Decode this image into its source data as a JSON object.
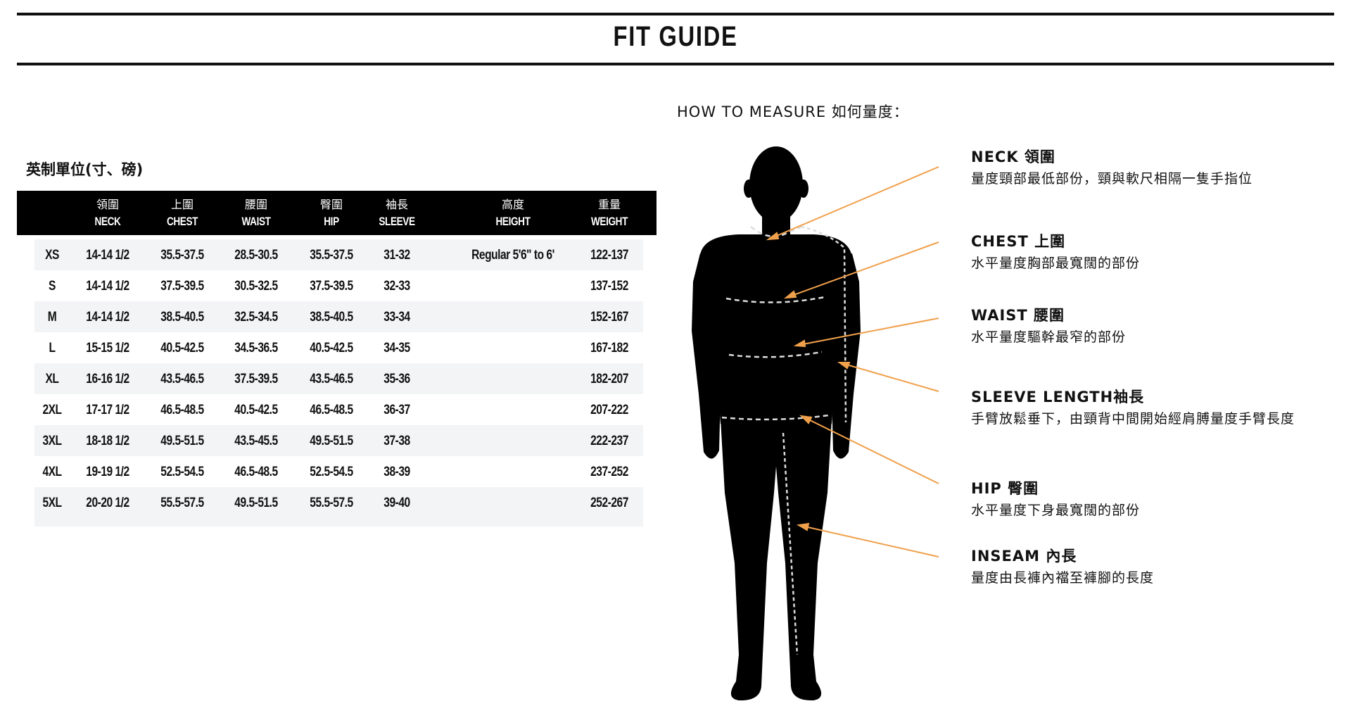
{
  "title": "FIT GUIDE",
  "how_to_measure": "HOW TO MEASURE 如何量度：",
  "unit_label": "英制單位(寸、磅)",
  "table": {
    "headers": [
      {
        "zh": "",
        "en": ""
      },
      {
        "zh": "領圍",
        "en": "NECK"
      },
      {
        "zh": "上圍",
        "en": "CHEST"
      },
      {
        "zh": "腰圍",
        "en": "WAIST"
      },
      {
        "zh": "臀圍",
        "en": "HIP"
      },
      {
        "zh": "袖長",
        "en": "SLEEVE"
      },
      {
        "zh": "高度",
        "en": "HEIGHT"
      },
      {
        "zh": "重量",
        "en": "WEIGHT"
      }
    ],
    "rows": [
      [
        "XS",
        "14-14 1/2",
        "35.5-37.5",
        "28.5-30.5",
        "35.5-37.5",
        "31-32",
        "Regular 5'6\" to 6'",
        "122-137"
      ],
      [
        "S",
        "14-14 1/2",
        "37.5-39.5",
        "30.5-32.5",
        "37.5-39.5",
        "32-33",
        "",
        "137-152"
      ],
      [
        "M",
        "14-14 1/2",
        "38.5-40.5",
        "32.5-34.5",
        "38.5-40.5",
        "33-34",
        "",
        "152-167"
      ],
      [
        "L",
        "15-15 1/2",
        "40.5-42.5",
        "34.5-36.5",
        "40.5-42.5",
        "34-35",
        "",
        "167-182"
      ],
      [
        "XL",
        "16-16 1/2",
        "43.5-46.5",
        "37.5-39.5",
        "43.5-46.5",
        "35-36",
        "",
        "182-207"
      ],
      [
        "2XL",
        "17-17 1/2",
        "46.5-48.5",
        "40.5-42.5",
        "46.5-48.5",
        "36-37",
        "",
        "207-222"
      ],
      [
        "3XL",
        "18-18 1/2",
        "49.5-51.5",
        "43.5-45.5",
        "49.5-51.5",
        "37-38",
        "",
        "222-237"
      ],
      [
        "4XL",
        "19-19 1/2",
        "52.5-54.5",
        "46.5-48.5",
        "52.5-54.5",
        "38-39",
        "",
        "237-252"
      ],
      [
        "5XL",
        "20-20 1/2",
        "55.5-57.5",
        "49.5-51.5",
        "55.5-57.5",
        "39-40",
        "",
        "252-267"
      ]
    ]
  },
  "measures": [
    {
      "title": "NECK 領圍",
      "desc": "量度頸部最低部份，頸與軟尺相隔一隻手指位"
    },
    {
      "title": "CHEST 上圍",
      "desc": "水平量度胸部最寬闊的部份"
    },
    {
      "title": "WAIST 腰圍",
      "desc": "水平量度驅幹最窄的部份"
    },
    {
      "title": "SLEEVE LENGTH袖長",
      "desc": "手臂放鬆垂下，由頸背中間開始經肩膊量度手臂長度"
    },
    {
      "title": "HIP 臀圍",
      "desc": "水平量度下身最寬闊的部份"
    },
    {
      "title": "INSEAM 內長",
      "desc": "量度由長褲內襠至褲腳的長度"
    }
  ],
  "colors": {
    "arrow": "#f0a04b",
    "header_bg": "#000000",
    "stripe": "#f3f4f6"
  }
}
